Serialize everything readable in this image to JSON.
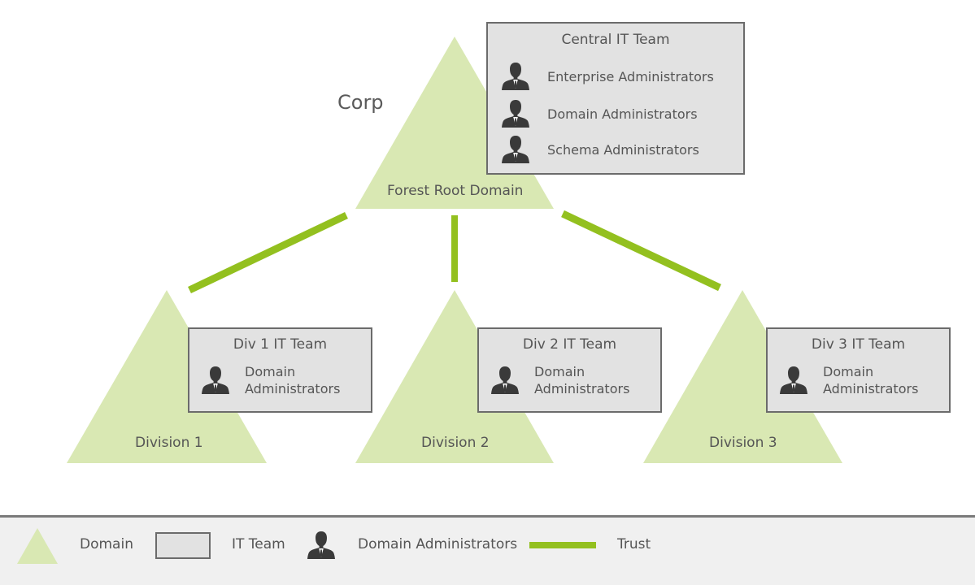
{
  "colors": {
    "domain_fill": "#d9e8b3",
    "trust_line": "#93c01f",
    "team_fill": "#e2e2e2",
    "team_border": "#6b6b6b",
    "person": "#3a3a3a",
    "legend_bg": "#f0f0f0"
  },
  "forest": {
    "name": "Corp",
    "root_domain_label": "Forest Root Domain",
    "team": {
      "title": "Central IT Team",
      "members": [
        "Enterprise Administrators",
        "Domain Administrators",
        "Schema Administrators"
      ]
    }
  },
  "divisions": [
    {
      "label": "Division 1",
      "team": {
        "title": "Div 1 IT Team",
        "member_line1": "Domain",
        "member_line2": "Administrators"
      }
    },
    {
      "label": "Division 2",
      "team": {
        "title": "Div 2 IT Team",
        "member_line1": "Domain",
        "member_line2": "Administrators"
      }
    },
    {
      "label": "Division 3",
      "team": {
        "title": "Div 3 IT Team",
        "member_line1": "Domain",
        "member_line2": "Administrators"
      }
    }
  ],
  "legend": {
    "domain": "Domain",
    "it_team": "IT Team",
    "domain_admins": "Domain Administrators",
    "trust": "Trust"
  }
}
